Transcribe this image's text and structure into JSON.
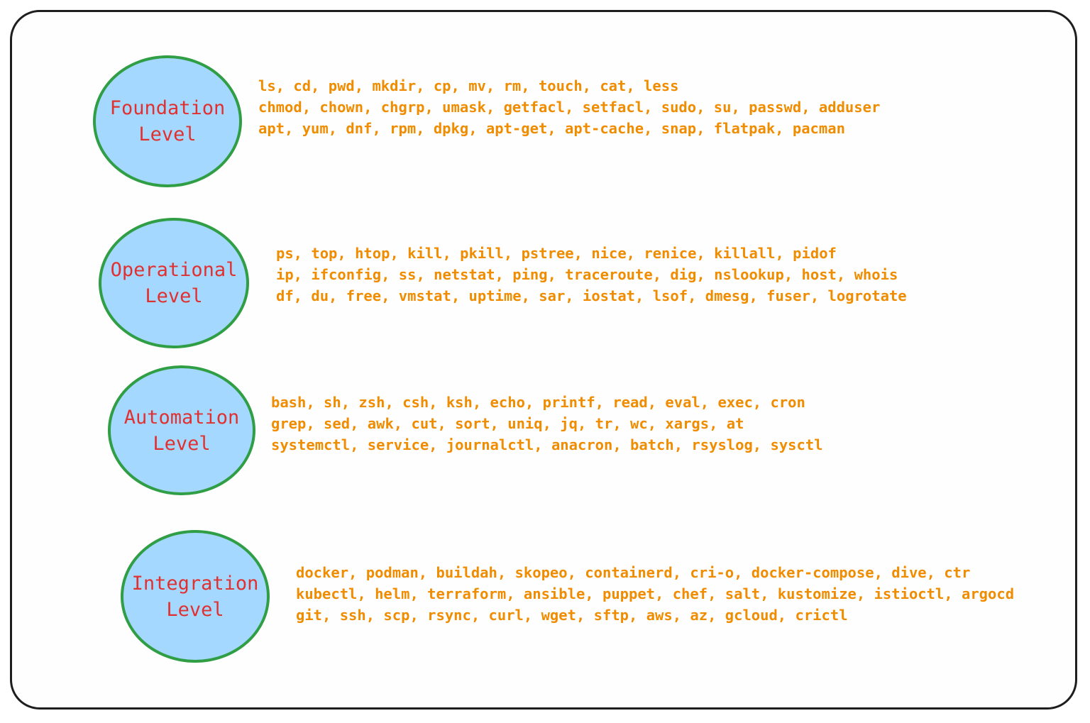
{
  "colors": {
    "circle_fill": "#a5d8ff",
    "circle_stroke": "#2f9e44",
    "circle_text": "#e03131",
    "command_text": "#f08c00",
    "frame_stroke": "#1e1e1e"
  },
  "levels": [
    {
      "name_line1": "Foundation",
      "name_line2": "Level",
      "commands": [
        "ls, cd, pwd, mkdir, cp, mv, rm, touch, cat, less",
        "chmod, chown, chgrp, umask, getfacl, setfacl, sudo, su, passwd, adduser",
        "apt, yum, dnf, rpm, dpkg, apt-get, apt-cache, snap, flatpak, pacman"
      ]
    },
    {
      "name_line1": "Operational",
      "name_line2": "Level",
      "commands": [
        "ps, top, htop, kill, pkill, pstree, nice, renice, killall, pidof",
        "ip, ifconfig, ss, netstat, ping, traceroute, dig, nslookup, host, whois",
        "df, du, free, vmstat, uptime, sar, iostat, lsof, dmesg, fuser, logrotate"
      ]
    },
    {
      "name_line1": "Automation",
      "name_line2": "Level",
      "commands": [
        "bash, sh, zsh, csh, ksh, echo, printf, read, eval, exec, cron",
        "grep, sed, awk, cut, sort, uniq, jq, tr, wc, xargs, at",
        "systemctl, service, journalctl, anacron, batch, rsyslog, sysctl"
      ]
    },
    {
      "name_line1": "Integration",
      "name_line2": "Level",
      "commands": [
        "docker, podman, buildah, skopeo, containerd, cri-o, docker-compose, dive, ctr",
        "kubectl, helm, terraform, ansible, puppet, chef, salt, kustomize, istioctl, argocd",
        "git, ssh, scp, rsync, curl, wget, sftp, aws, az, gcloud, crictl"
      ]
    }
  ]
}
